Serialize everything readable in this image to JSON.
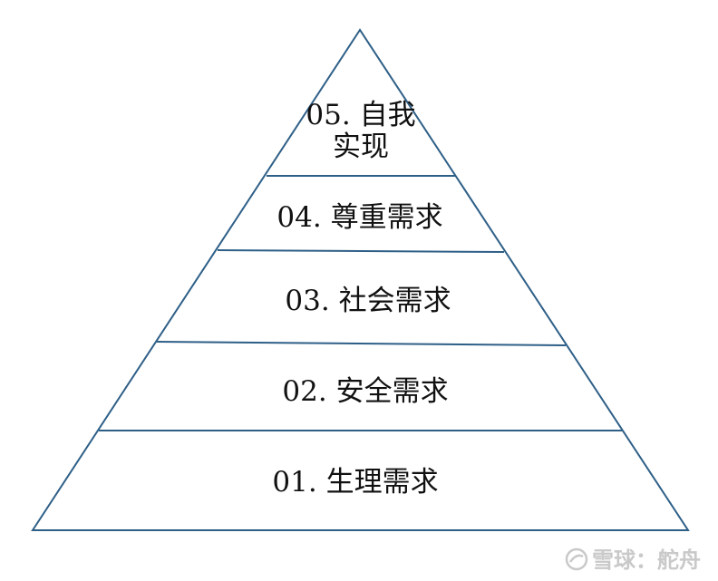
{
  "diagram": {
    "levels": [
      {
        "label_line1": "05. 自我",
        "label_line2": "实现"
      },
      {
        "label": "04. 尊重需求"
      },
      {
        "label": "03. 社会需求"
      },
      {
        "label": "02. 安全需求"
      },
      {
        "label": "01. 生理需求"
      }
    ],
    "colors": {
      "outline": "#2e5f87",
      "text": "#111111",
      "background": "#ffffff"
    }
  },
  "watermark": {
    "text": "雪球：舵舟",
    "color": "#c9c9c9"
  }
}
